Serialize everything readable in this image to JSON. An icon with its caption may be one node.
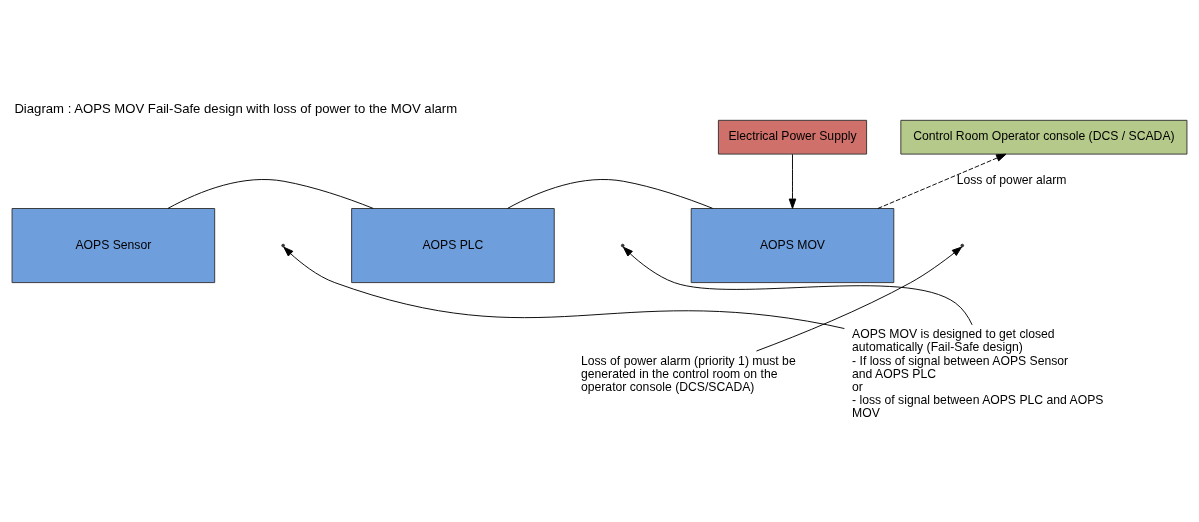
{
  "diagram": {
    "title": "Diagram : AOPS MOV Fail-Safe design with loss of power to the MOV alarm",
    "nodes": [
      {
        "text": [
          "Electrical Power Supply"
        ]
      },
      {
        "text": [
          "Control Room Operator console (DCS / SCADA)"
        ]
      },
      {
        "text": [
          "AOPS Sensor"
        ]
      },
      {
        "text": [
          "AOPS PLC"
        ]
      },
      {
        "text": [
          "AOPS MOV"
        ]
      },
      {
        "text": [
          "Loss of power alarm (priority 1) must be generated in the control room on the operator console (DCS/SCADA)"
        ]
      },
      {
        "text": [
          "AOPS MOV is designed to get closed automatically (Fail-Safe design)",
          "- If loss of signal between AOPS Sensor and AOPS PLC",
          "or",
          "- loss of signal between AOPS PLC and AOPS MOV"
        ]
      }
    ],
    "edges": [
      {
        "from": 0,
        "to": 4,
        "arrow": "to"
      },
      {
        "from": 4,
        "to": 1,
        "arrow": "to",
        "style": "dashed",
        "label": "Loss of power alarm"
      },
      {
        "from": 2,
        "to": 3,
        "arrow": "none"
      },
      {
        "from": 3,
        "to": 4,
        "arrow": "none"
      },
      {
        "from": 5,
        "to": null,
        "arrow": "to"
      },
      {
        "from": 6,
        "to": null,
        "arrow": "to"
      },
      {
        "from": 6,
        "to": null,
        "arrow": "to"
      }
    ]
  }
}
